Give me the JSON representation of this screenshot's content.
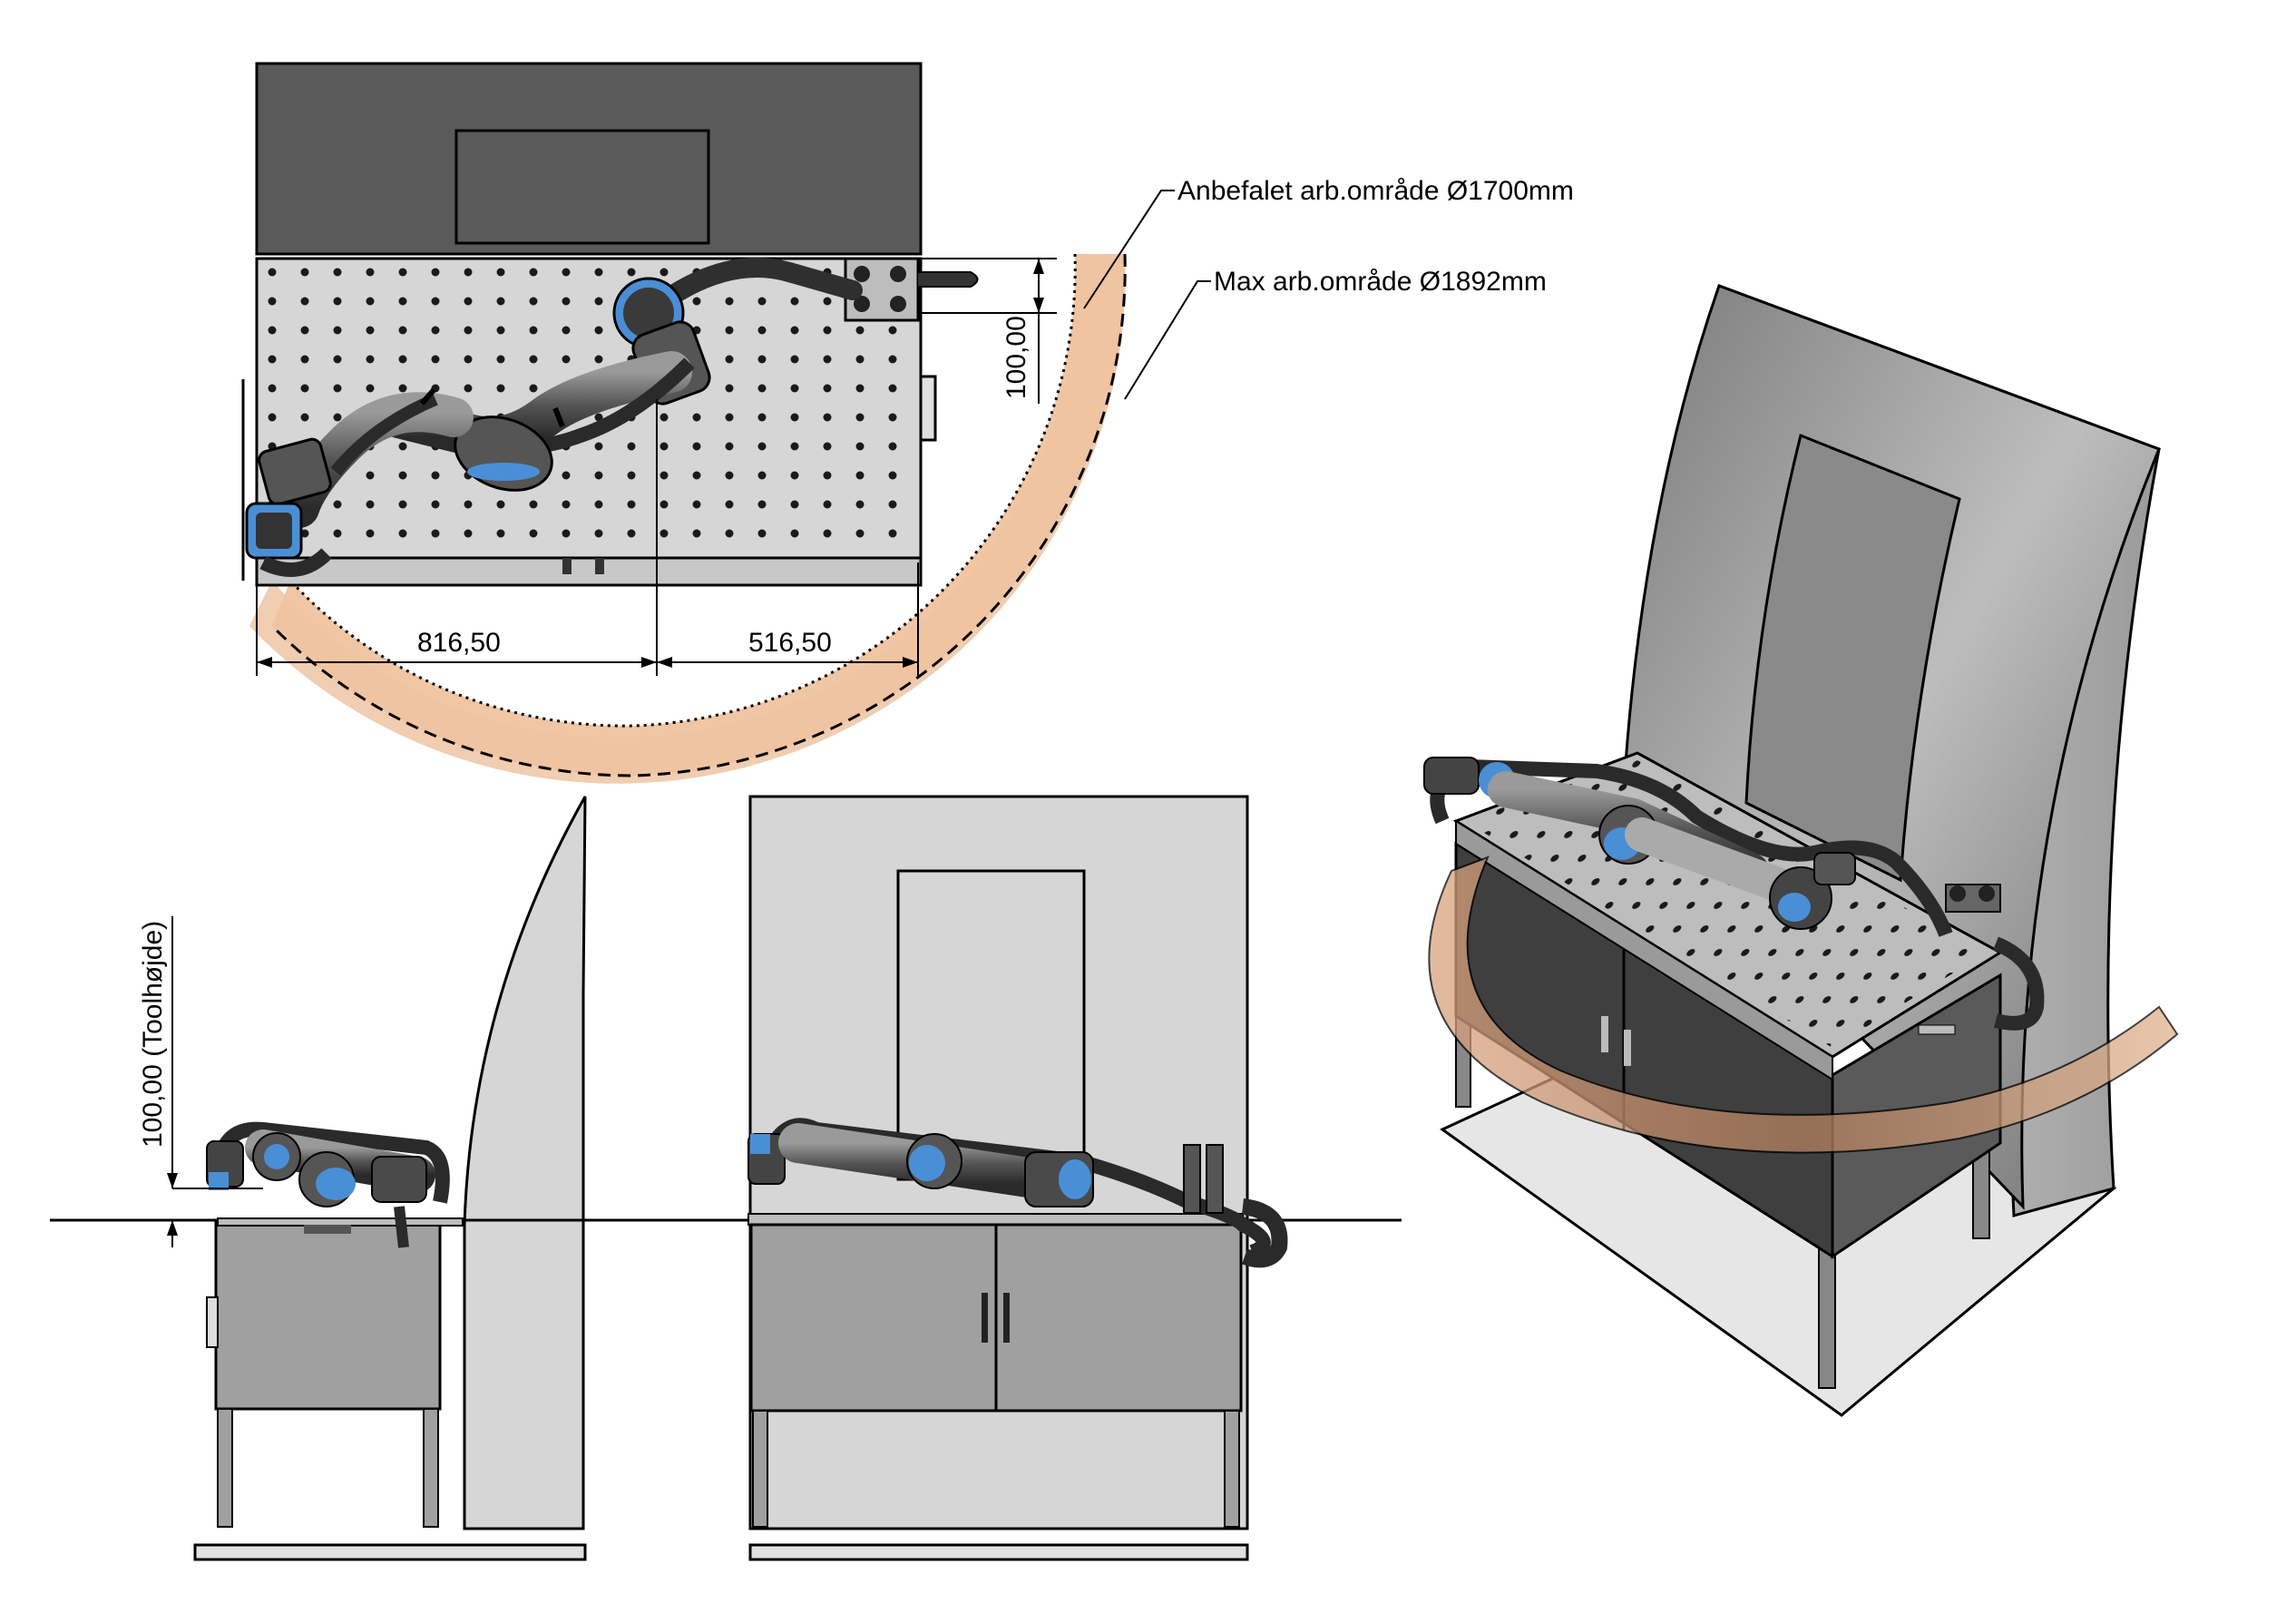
{
  "callouts": {
    "recommended_area": "Anbefalet arb.område Ø1700mm",
    "max_area": "Max arb.område Ø1892mm"
  },
  "top_view": {
    "dim_left": "816,50",
    "dim_right": "516,50",
    "dim_vertical": "100,00"
  },
  "side_view": {
    "tool_height": "100,00 (Toolhøjde)"
  },
  "colors": {
    "wall_dark": "#5a5a5a",
    "plate": "#d4d4d4",
    "cabinet": "#a0a0a0",
    "reach_zone": "#e8b48c",
    "robot_dark": "#3a3a3a",
    "robot_accent": "#4a8fd6"
  }
}
